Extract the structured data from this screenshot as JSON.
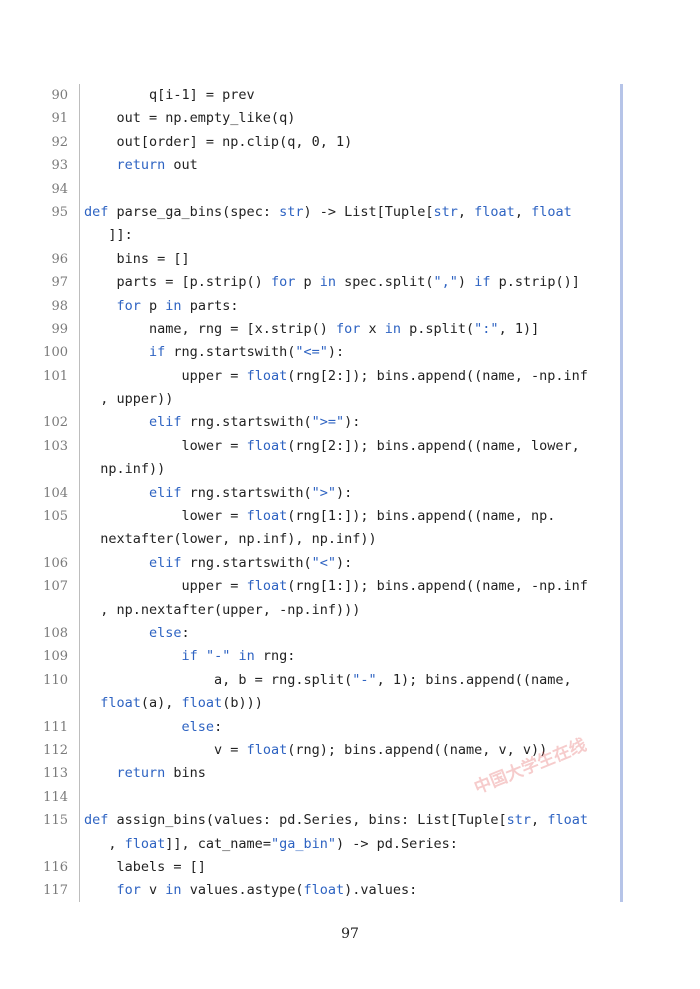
{
  "lines": [
    {
      "n": "90",
      "seg": [
        [
          "        q[i-1] = prev",
          ""
        ]
      ]
    },
    {
      "n": "91",
      "seg": [
        [
          "    out = np.empty_like(q)",
          ""
        ]
      ]
    },
    {
      "n": "92",
      "seg": [
        [
          "    out[order] = np.clip(q, 0, 1)",
          ""
        ]
      ]
    },
    {
      "n": "93",
      "seg": [
        [
          "    ",
          ""
        ],
        [
          "return",
          "kw"
        ],
        [
          " out",
          ""
        ]
      ]
    },
    {
      "n": "94",
      "seg": []
    },
    {
      "n": "95",
      "seg": [
        [
          "def",
          "kw"
        ],
        [
          " parse_ga_bins(spec: ",
          ""
        ],
        [
          "str",
          "kw"
        ],
        [
          ") -> List[Tuple[",
          ""
        ],
        [
          "str",
          "kw"
        ],
        [
          ", ",
          ""
        ],
        [
          "float",
          "kw"
        ],
        [
          ", ",
          ""
        ],
        [
          "float",
          "kw"
        ]
      ]
    },
    {
      "n": "",
      "seg": [
        [
          "   ]]:",
          ""
        ]
      ]
    },
    {
      "n": "96",
      "seg": [
        [
          "    bins = []",
          ""
        ]
      ]
    },
    {
      "n": "97",
      "seg": [
        [
          "    parts = [p.strip() ",
          ""
        ],
        [
          "for",
          "kw"
        ],
        [
          " p ",
          ""
        ],
        [
          "in",
          "kw"
        ],
        [
          " spec.split(",
          ""
        ],
        [
          "\",\"",
          "st"
        ],
        [
          ") ",
          ""
        ],
        [
          "if",
          "kw"
        ],
        [
          " p.strip()]",
          ""
        ]
      ]
    },
    {
      "n": "98",
      "seg": [
        [
          "    ",
          ""
        ],
        [
          "for",
          "kw"
        ],
        [
          " p ",
          ""
        ],
        [
          "in",
          "kw"
        ],
        [
          " parts:",
          ""
        ]
      ]
    },
    {
      "n": "99",
      "seg": [
        [
          "        name, rng = [x.strip() ",
          ""
        ],
        [
          "for",
          "kw"
        ],
        [
          " x ",
          ""
        ],
        [
          "in",
          "kw"
        ],
        [
          " p.split(",
          ""
        ],
        [
          "\":\"",
          "st"
        ],
        [
          ", 1)]",
          ""
        ]
      ]
    },
    {
      "n": "100",
      "seg": [
        [
          "        ",
          ""
        ],
        [
          "if",
          "kw"
        ],
        [
          " rng.startswith(",
          ""
        ],
        [
          "\"<=\"",
          "st"
        ],
        [
          "):",
          ""
        ]
      ]
    },
    {
      "n": "101",
      "seg": [
        [
          "            upper = ",
          ""
        ],
        [
          "float",
          "kw"
        ],
        [
          "(rng[2:]); bins.append((name, -np.inf",
          ""
        ]
      ]
    },
    {
      "n": "",
      "seg": [
        [
          "  , upper))",
          ""
        ]
      ]
    },
    {
      "n": "102",
      "seg": [
        [
          "        ",
          ""
        ],
        [
          "elif",
          "kw"
        ],
        [
          " rng.startswith(",
          ""
        ],
        [
          "\">=\"",
          "st"
        ],
        [
          "):",
          ""
        ]
      ]
    },
    {
      "n": "103",
      "seg": [
        [
          "            lower = ",
          ""
        ],
        [
          "float",
          "kw"
        ],
        [
          "(rng[2:]); bins.append((name, lower,",
          ""
        ]
      ]
    },
    {
      "n": "",
      "seg": [
        [
          "  np.inf))",
          ""
        ]
      ]
    },
    {
      "n": "104",
      "seg": [
        [
          "        ",
          ""
        ],
        [
          "elif",
          "kw"
        ],
        [
          " rng.startswith(",
          ""
        ],
        [
          "\">\"",
          "st"
        ],
        [
          "):",
          ""
        ]
      ]
    },
    {
      "n": "105",
      "seg": [
        [
          "            lower = ",
          ""
        ],
        [
          "float",
          "kw"
        ],
        [
          "(rng[1:]); bins.append((name, np.",
          ""
        ]
      ]
    },
    {
      "n": "",
      "seg": [
        [
          "  nextafter(lower, np.inf), np.inf))",
          ""
        ]
      ]
    },
    {
      "n": "106",
      "seg": [
        [
          "        ",
          ""
        ],
        [
          "elif",
          "kw"
        ],
        [
          " rng.startswith(",
          ""
        ],
        [
          "\"<\"",
          "st"
        ],
        [
          "):",
          ""
        ]
      ]
    },
    {
      "n": "107",
      "seg": [
        [
          "            upper = ",
          ""
        ],
        [
          "float",
          "kw"
        ],
        [
          "(rng[1:]); bins.append((name, -np.inf",
          ""
        ]
      ]
    },
    {
      "n": "",
      "seg": [
        [
          "  , np.nextafter(upper, -np.inf)))",
          ""
        ]
      ]
    },
    {
      "n": "108",
      "seg": [
        [
          "        ",
          ""
        ],
        [
          "else",
          "kw"
        ],
        [
          ":",
          ""
        ]
      ]
    },
    {
      "n": "109",
      "seg": [
        [
          "            ",
          ""
        ],
        [
          "if",
          "kw"
        ],
        [
          " ",
          ""
        ],
        [
          "\"-\"",
          "st"
        ],
        [
          " ",
          ""
        ],
        [
          "in",
          "kw"
        ],
        [
          " rng:",
          ""
        ]
      ]
    },
    {
      "n": "110",
      "seg": [
        [
          "                a, b = rng.split(",
          ""
        ],
        [
          "\"-\"",
          "st"
        ],
        [
          ", 1); bins.append((name,",
          ""
        ]
      ]
    },
    {
      "n": "",
      "seg": [
        [
          "  ",
          ""
        ],
        [
          "float",
          "kw"
        ],
        [
          "(a), ",
          ""
        ],
        [
          "float",
          "kw"
        ],
        [
          "(b)))",
          ""
        ]
      ]
    },
    {
      "n": "111",
      "seg": [
        [
          "            ",
          ""
        ],
        [
          "else",
          "kw"
        ],
        [
          ":",
          ""
        ]
      ]
    },
    {
      "n": "112",
      "seg": [
        [
          "                v = ",
          ""
        ],
        [
          "float",
          "kw"
        ],
        [
          "(rng); bins.append((name, v, v))",
          ""
        ]
      ]
    },
    {
      "n": "113",
      "seg": [
        [
          "    ",
          ""
        ],
        [
          "return",
          "kw"
        ],
        [
          " bins",
          ""
        ]
      ]
    },
    {
      "n": "114",
      "seg": []
    },
    {
      "n": "115",
      "seg": [
        [
          "def",
          "kw"
        ],
        [
          " assign_bins(values: pd.Series, bins: List[Tuple[",
          ""
        ],
        [
          "str",
          "kw"
        ],
        [
          ", ",
          ""
        ],
        [
          "float",
          "kw"
        ]
      ]
    },
    {
      "n": "",
      "seg": [
        [
          "   , ",
          ""
        ],
        [
          "float",
          "kw"
        ],
        [
          "]], cat_name=",
          ""
        ],
        [
          "\"ga_bin\"",
          "st"
        ],
        [
          ") -> pd.Series:",
          ""
        ]
      ]
    },
    {
      "n": "116",
      "seg": [
        [
          "    labels = []",
          ""
        ]
      ]
    },
    {
      "n": "117",
      "seg": [
        [
          "    ",
          ""
        ],
        [
          "for",
          "kw"
        ],
        [
          " v ",
          ""
        ],
        [
          "in",
          "kw"
        ],
        [
          " values.astype(",
          ""
        ],
        [
          "float",
          "kw"
        ],
        [
          ").values:",
          ""
        ]
      ]
    }
  ],
  "page_number": "97",
  "watermark": "中国大学生在线"
}
